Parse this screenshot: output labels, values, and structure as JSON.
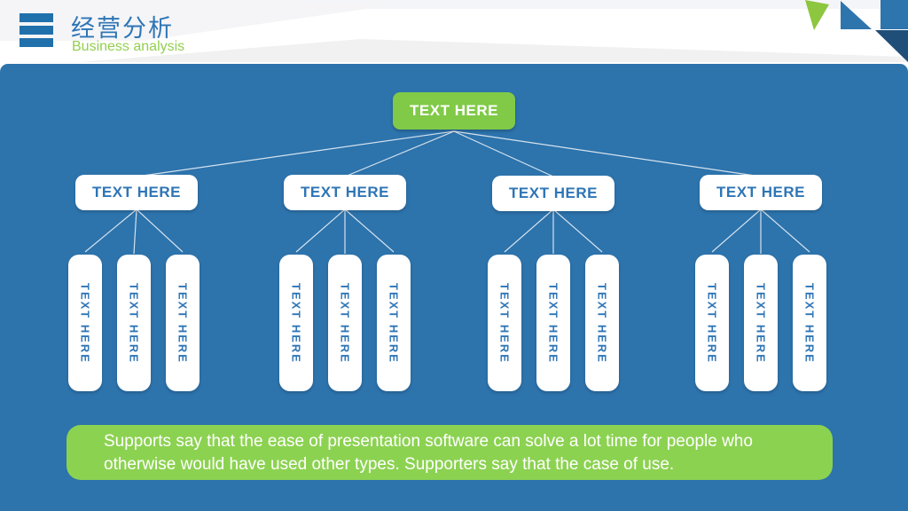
{
  "header": {
    "title": "经营分析",
    "subtitle": "Business analysis",
    "menu_icon": "hamburger-icon"
  },
  "tree": {
    "root": {
      "label": "TEXT HERE"
    },
    "branches": [
      {
        "label": "TEXT HERE",
        "children": [
          "TEXT HERE",
          "TEXT HERE",
          "TEXT HERE"
        ]
      },
      {
        "label": "TEXT HERE",
        "children": [
          "TEXT HERE",
          "TEXT HERE",
          "TEXT HERE"
        ]
      },
      {
        "label": "TEXT HERE",
        "children": [
          "TEXT HERE",
          "TEXT HERE",
          "TEXT HERE"
        ]
      },
      {
        "label": "TEXT HERE",
        "children": [
          "TEXT HERE",
          "TEXT HERE",
          "TEXT HERE"
        ]
      }
    ]
  },
  "note": {
    "line1": "Supports say that the ease of presentation software can solve a lot time for people who",
    "line2": "otherwise would have used other types. Supporters say that the case of use."
  },
  "colors": {
    "panel_blue": "#2D73AC",
    "accent_blue": "#2E75B6",
    "root_green": "#80CA47",
    "note_green": "#8CD251",
    "navy": "#1F4E79",
    "subtitle_green": "#92D050"
  }
}
